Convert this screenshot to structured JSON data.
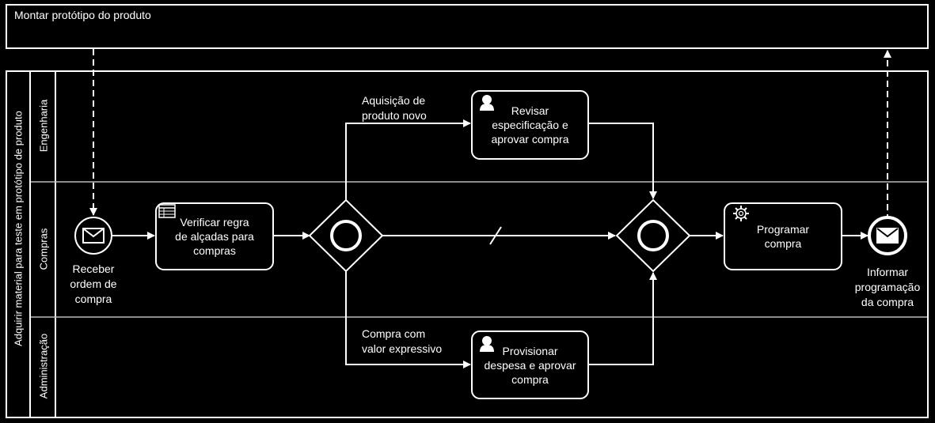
{
  "pools": {
    "top": {
      "title": "Montar protótipo do produto"
    },
    "main": {
      "title": "Adquirir material para teste em protótipo de produto"
    }
  },
  "lanes": [
    {
      "label": "Engenharia"
    },
    {
      "label": "Compras"
    },
    {
      "label": "Administração"
    }
  ],
  "events": {
    "start": {
      "label": "Receber\nordem de\ncompra",
      "icon": "envelope-icon"
    },
    "end": {
      "label": "Informar\nprogramação\nda compra",
      "icon": "envelope-icon"
    }
  },
  "tasks": {
    "verify": {
      "label": "Verificar regra\nde alçadas para\ncompras",
      "icon": "table-icon"
    },
    "review": {
      "label": "Revisar\nespecificação e\naprovar compra",
      "icon": "user-icon"
    },
    "provision": {
      "label": "Provisionar\ndespesa e aprovar\ncompra",
      "icon": "user-icon"
    },
    "schedule": {
      "label": "Programar\ncompra",
      "icon": "gear-icon"
    }
  },
  "flows": {
    "new_product": "Aquisição de\nproduto novo",
    "expressive_value": "Compra com\nvalor expressivo"
  },
  "colors": {
    "background": "#000000",
    "foreground": "#ffffff",
    "lane_divider": "#bbbbbb"
  }
}
